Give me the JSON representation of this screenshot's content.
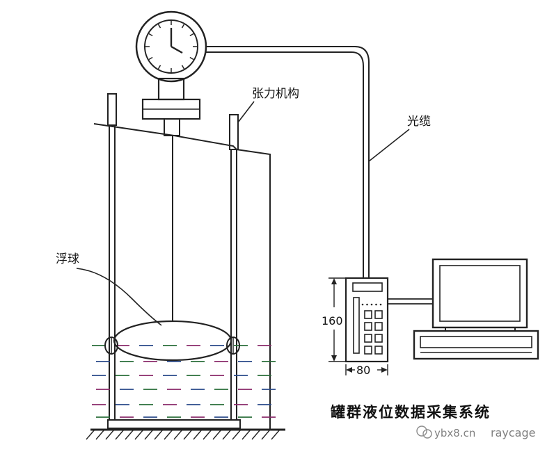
{
  "labels": {
    "tension": "张力机构",
    "cable": "光缆",
    "float": "浮球",
    "height_dim": "160",
    "width_dim": "80",
    "caption": "罐群液位数据采集系统"
  },
  "watermark": {
    "text": "ybx8.cn",
    "author": "raycage"
  },
  "colors": {
    "ink": "#222222",
    "liquid_line_1": "#2a6e3a",
    "liquid_line_2": "#8a2a6a",
    "liquid_line_3": "#2a4a8a",
    "watermark": "#666666"
  },
  "icons": [
    "gauge-clock-icon",
    "calculator-keypad-icon",
    "monitor-icon",
    "keyboard-icon"
  ]
}
